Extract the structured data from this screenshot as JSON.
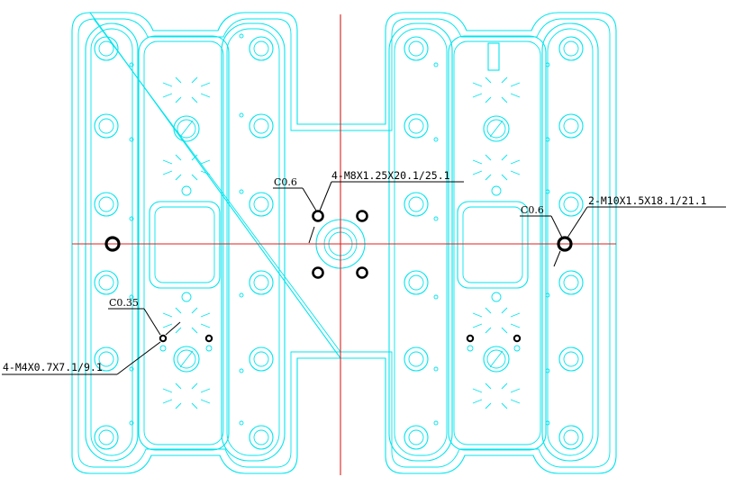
{
  "annotations": {
    "chamfer_center": "C0.6",
    "thread_center": "4-M8X1.25X20.1/25.1",
    "chamfer_right": "C0.6",
    "thread_right": "2-M10X1.5X18.1/21.1",
    "chamfer_left": "C0.35",
    "thread_left": "4-M4X0.7X7.1/9.1"
  },
  "colors": {
    "outline": "#00e5ee",
    "centerline": "#e0201e",
    "markup": "#000000",
    "background": "#ffffff"
  }
}
